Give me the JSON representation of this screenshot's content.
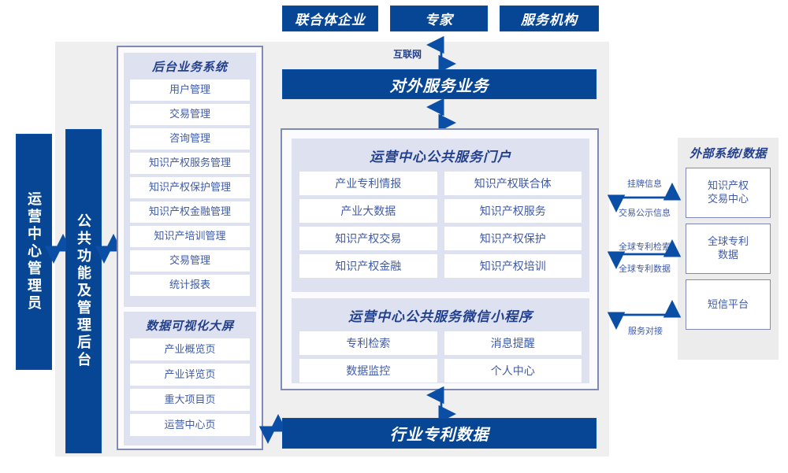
{
  "colors": {
    "brand_blue": "#074694",
    "text_blue": "#3f5ba8",
    "title_blue": "#23408e",
    "panel_grey": "#efefef",
    "card_lavender": "#dee2f0",
    "border_violet": "#8189b5"
  },
  "top_actors": [
    {
      "label": "联合体企业"
    },
    {
      "label": "专家"
    },
    {
      "label": "服务机构"
    }
  ],
  "connectors": {
    "internet": "互联网",
    "ext_trade_up": "挂牌信息",
    "ext_trade_down": "交易公示信息",
    "ext_patent_up": "全球专利检索",
    "ext_patent_down": "全球专利数据",
    "ext_sms": "服务对接"
  },
  "external_service_bar": {
    "label": "对外服务业务"
  },
  "bottom_bar": {
    "label": "行业专利数据"
  },
  "left_columns": [
    {
      "label": "运营中心管理员"
    },
    {
      "label": "公共功能及管理后台"
    }
  ],
  "backend_panel": {
    "groups": [
      {
        "title": "后台业务系统",
        "items": [
          "用户管理",
          "交易管理",
          "咨询管理",
          "知识产权服务管理",
          "知识产权保护管理",
          "知识产权金融管理",
          "知识产培训管理",
          "交易管理",
          "统计报表"
        ]
      },
      {
        "title": "数据可视化大屏",
        "items": [
          "产业概览页",
          "产业详览页",
          "重大项目页",
          "运营中心页"
        ]
      }
    ]
  },
  "center_panel": {
    "groups": [
      {
        "title": "运营中心公共服务门户",
        "rows": [
          [
            "产业专利情报",
            "知识产权联合体"
          ],
          [
            "产业大数据",
            "知识产权服务"
          ],
          [
            "知识产权交易",
            "知识产权保护"
          ],
          [
            "知识产权金融",
            "知识产权培训"
          ]
        ]
      },
      {
        "title": "运营中心公共服务微信小程序",
        "rows": [
          [
            "专利检索",
            "消息提醒"
          ],
          [
            "数据监控",
            "个人中心"
          ]
        ]
      }
    ]
  },
  "external_panel": {
    "title": "外部系统/数据",
    "items": [
      "知识产权\n交易中心",
      "全球专利\n数据",
      "短信平台"
    ]
  }
}
